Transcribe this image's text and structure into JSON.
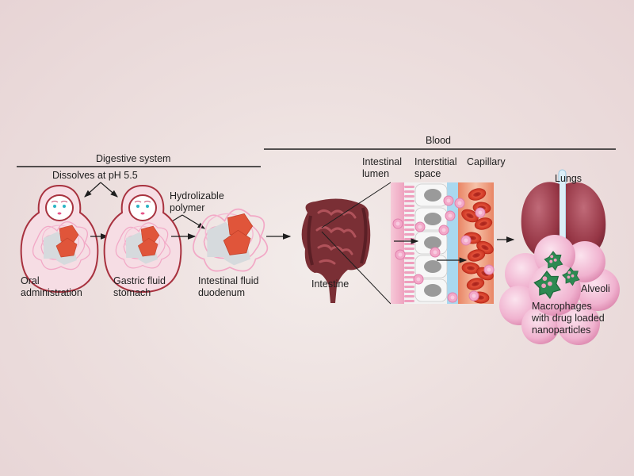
{
  "diagram": {
    "title": "Oral delivery of drug-loaded nanoparticles to lung macrophages",
    "section_headers": {
      "digestive": "Digestive system",
      "blood": "Blood"
    },
    "annotations": {
      "dissolves": "Dissolves at pH 5.5",
      "hydrolizable_line1": "Hydrolizable",
      "hydrolizable_line2": "polymer"
    },
    "stages": [
      {
        "id": "oral",
        "line1": "Oral",
        "line2": "administration"
      },
      {
        "id": "gastric",
        "line1": "Gastric fluid",
        "line2": "stomach"
      },
      {
        "id": "intestinal",
        "line1": "Intestinal fluid",
        "line2": "duodenum"
      },
      {
        "id": "intestine",
        "line1": "Intestine"
      }
    ],
    "zoom_panel": {
      "lumen_line1": "Intestinal",
      "lumen_line2": "lumen",
      "interstitial_line1": "Interstitial",
      "interstitial_line2": "space",
      "capillary": "Capillary"
    },
    "lungs": {
      "label": "Lungs",
      "alveoli": "Alveoli",
      "macrophages_line1": "Macrophages",
      "macrophages_line2": "with drug loaded",
      "macrophages_line3": "nanoparticles"
    },
    "colors": {
      "background": "#e8d5d6",
      "doll_outline": "#a8323f",
      "doll_fill": "#f6dde4",
      "drug": "#e0553a",
      "polymer_gray": "#d6dadd",
      "polymer_pink": "#f0a7c4",
      "intestine": "#7a2f35",
      "lumen_pink": "#f2b8cd",
      "interstitial_blue": "#a9d8ef",
      "capillary_orange": "#ef9a7a",
      "rbc": "#d43a2a",
      "lung": "#9a3a4a",
      "alveoli": "#f1b6d2",
      "macrophage": "#2d8a52"
    }
  }
}
